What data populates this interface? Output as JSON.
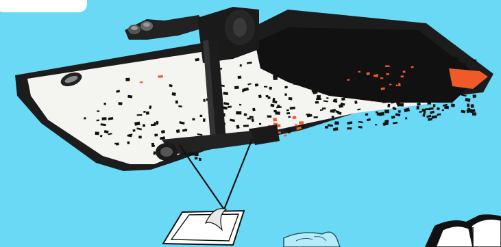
{
  "scene": {
    "colors": {
      "background": "#6ad9f5",
      "board_surface": "#f4f5f0",
      "board_frame": "#1c1c1c",
      "pattern_dark": "#111111",
      "pattern_accent": "#ef5a28",
      "corner_badge": "#ffffff",
      "card_paper": "#ffffff",
      "card_border": "#111111",
      "cloth_fill": "#b4ecfa",
      "book_pages": "#ffffff"
    },
    "icons": [
      "corner-badge",
      "paddle-board",
      "hanging-strap",
      "cleaning-card",
      "cleaning-cloth",
      "open-book"
    ]
  }
}
